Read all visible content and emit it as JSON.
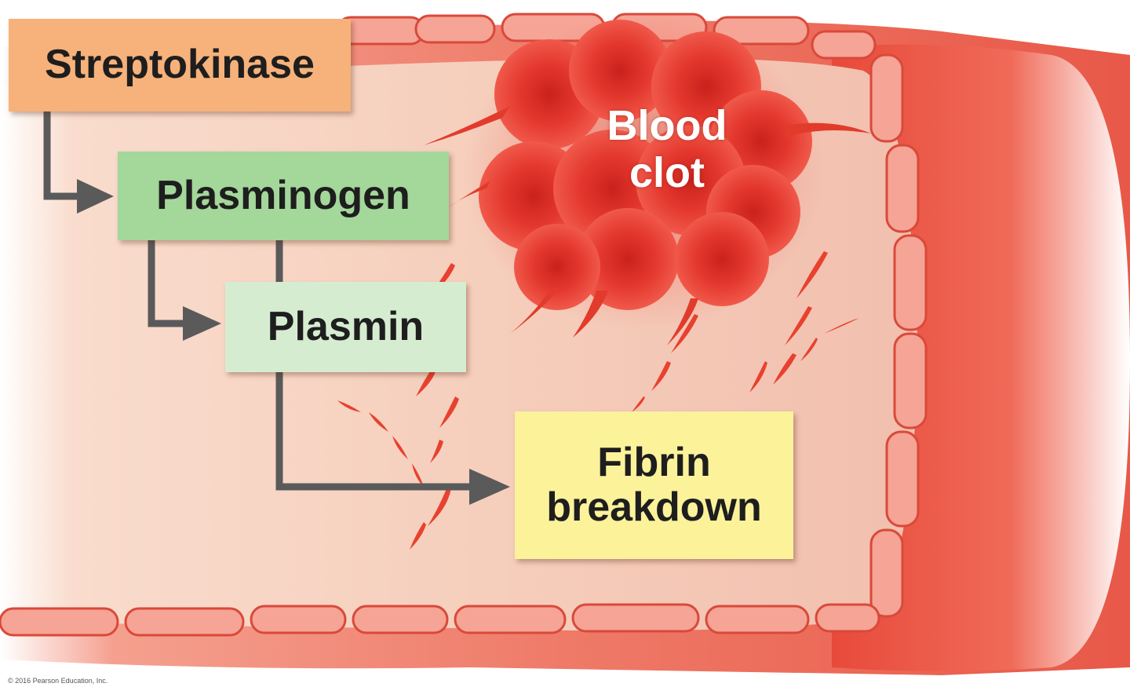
{
  "labels": {
    "streptokinase": "Streptokinase",
    "plasminogen": "Plasminogen",
    "plasmin": "Plasmin",
    "fibrin_breakdown_line1": "Fibrin",
    "fibrin_breakdown_line2": "breakdown",
    "blood_clot_line1": "Blood",
    "blood_clot_line2": "clot"
  },
  "copyright": "© 2016 Pearson Education, Inc.",
  "colors": {
    "streptokinase_box": "#f6b27a",
    "plasminogen_box": "#a4d79a",
    "plasmin_box": "#d6ecd0",
    "fibrin_box": "#fbf29a",
    "arrow": "#5a5a5a",
    "vessel_wall": "#e8584a",
    "vessel_lumen": "#f7d2c2",
    "clot": "#e3302a",
    "label_clot_text": "#ffffff"
  }
}
